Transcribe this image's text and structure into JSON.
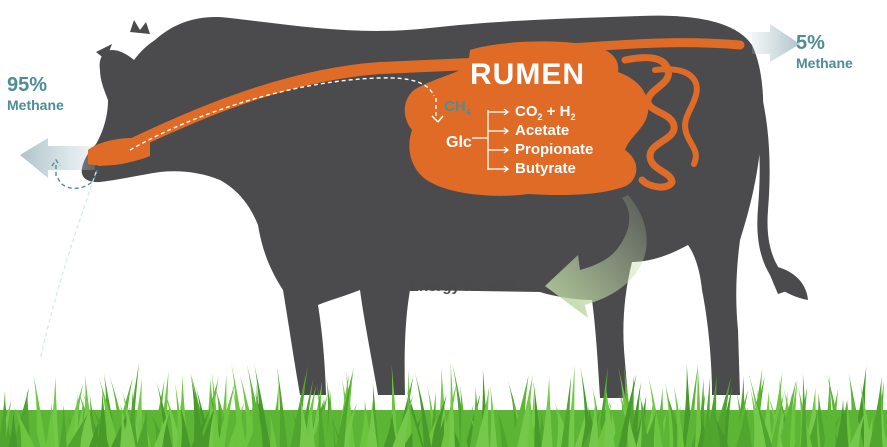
{
  "colors": {
    "cow": "#4b4b4d",
    "rumen": "#e06b27",
    "methane_text": "#4d8c98",
    "methane_arrow": "#b9ccd3",
    "grass": "#5db535",
    "energy_arrow": "#c6dcb1",
    "energy_text": "#4a4a4a"
  },
  "methane_mouth": {
    "percent": "95%",
    "label": "Methane"
  },
  "methane_tail": {
    "percent": "5%",
    "label": "Methane"
  },
  "rumen": {
    "title": "RUMEN",
    "ch4_main": "CH",
    "ch4_sub": "4",
    "glucose": "Glc",
    "co2_main": "CO",
    "co2_sub": "2",
    "plus": " + H",
    "h2_sub": "2",
    "products": [
      "Acetate",
      "Propionate",
      "Butyrate"
    ]
  },
  "energy": {
    "label": "Energy for milk"
  }
}
